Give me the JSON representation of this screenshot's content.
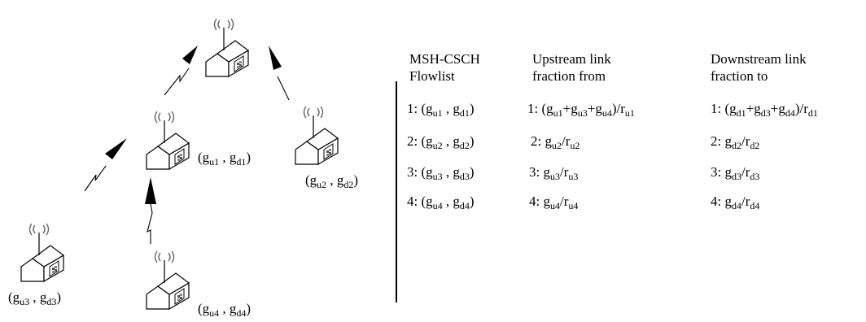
{
  "node_labels": {
    "node1": {
      "g": "g",
      "a": "u1",
      "b": "d1"
    },
    "node2": {
      "g": "g",
      "a": "u2",
      "b": "d2"
    },
    "node3": {
      "g": "g",
      "a": "u3",
      "b": "d3"
    },
    "node4": {
      "g": "g",
      "a": "u4",
      "b": "d4"
    }
  },
  "table": {
    "headers": {
      "col1_line1": "MSH-CSCH",
      "col1_line2": "Flowlist",
      "col2_line1": "Upstream link",
      "col2_line2": "fraction from",
      "col3_line1": "Downstream link",
      "col3_line2": "fraction to"
    },
    "rows": [
      {
        "flow_num": "1",
        "flow_u": "u1",
        "flow_d": "d1",
        "up_num": "1",
        "up_terms": [
          "u1",
          "u3",
          "u4"
        ],
        "up_r": "u1",
        "down_num": "1",
        "down_terms": [
          "d1",
          "d3",
          "d4"
        ],
        "down_r": "d1"
      },
      {
        "flow_num": "2",
        "flow_u": "u2",
        "flow_d": "d2",
        "up_num": "2",
        "up_terms": [
          "u2"
        ],
        "up_r": "u2",
        "down_num": "2",
        "down_terms": [
          "d2"
        ],
        "down_r": "d2"
      },
      {
        "flow_num": "3",
        "flow_u": "u3",
        "flow_d": "d3",
        "up_num": "3",
        "up_terms": [
          "u3"
        ],
        "up_r": "u3",
        "down_num": "3",
        "down_terms": [
          "d3"
        ],
        "down_r": "d3"
      },
      {
        "flow_num": "4",
        "flow_u": "u4",
        "flow_d": "d4",
        "up_num": "4",
        "up_terms": [
          "u4"
        ],
        "up_r": "u4",
        "down_num": "4",
        "down_terms": [
          "d4"
        ],
        "down_r": "d4"
      }
    ]
  }
}
